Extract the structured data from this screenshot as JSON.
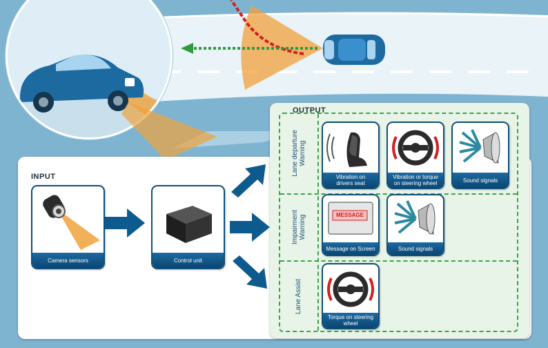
{
  "input": {
    "title": "INPUT",
    "camera_label": "Camera sensors",
    "control_label": "Control unit"
  },
  "output": {
    "title": "OUTPUT",
    "groups": [
      {
        "label_lines": [
          "Lane departure",
          "Warning"
        ],
        "cards": [
          {
            "icon": "seat-vibration-icon",
            "lines": [
              "Vibration on",
              "drivers seat"
            ]
          },
          {
            "icon": "steering-wheel-vibration-icon",
            "lines": [
              "Vibration or torque",
              "on steering wheel"
            ]
          },
          {
            "icon": "speaker-icon",
            "lines": [
              "Sound signals"
            ]
          }
        ]
      },
      {
        "label_lines": [
          "Impairment",
          "Warning"
        ],
        "cards": [
          {
            "icon": "message-screen-icon",
            "lines": [
              "Message on Screen"
            ]
          },
          {
            "icon": "speaker-icon",
            "lines": [
              "Sound signals"
            ]
          }
        ]
      },
      {
        "label_lines": [
          "Lane Assist"
        ],
        "cards": [
          {
            "icon": "steering-wheel-torque-icon",
            "lines": [
              "Torque on steering",
              "wheel"
            ]
          }
        ]
      }
    ]
  },
  "screen_text": "MESSAGE",
  "colors": {
    "background": "#7fb4d1",
    "car": "#1d6aa1",
    "beam": "#f0a23c",
    "caption": "#0a4672",
    "arrow": "#0d5a8e",
    "output_bg": "#d7ebd7",
    "dotted_border": "#3aa34a",
    "warning_red": "#d21f1f"
  }
}
